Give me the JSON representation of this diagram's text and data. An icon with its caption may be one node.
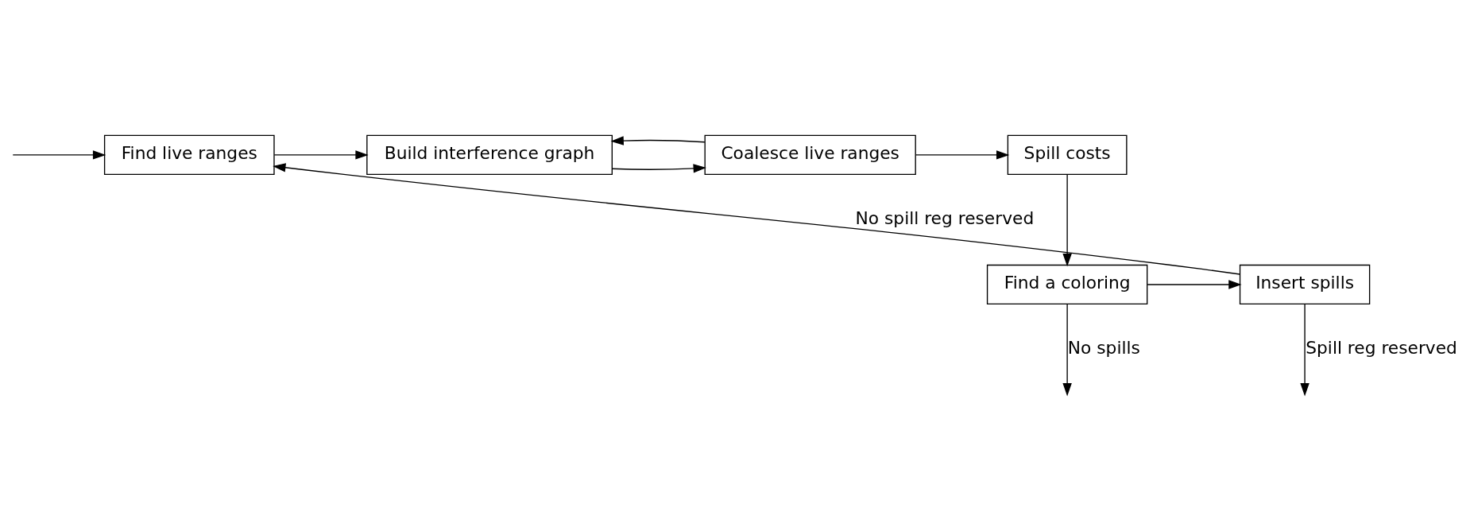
{
  "diagram": {
    "nodes": [
      {
        "text": [
          "Find live ranges"
        ]
      },
      {
        "text": [
          "Build interference graph"
        ]
      },
      {
        "text": [
          "Coalesce live ranges"
        ]
      },
      {
        "text": [
          "Spill costs"
        ]
      },
      {
        "text": [
          "Find a coloring"
        ]
      },
      {
        "text": [
          "Insert spills"
        ]
      }
    ],
    "edges": [
      {
        "from": null,
        "to": 0,
        "arrow": "to"
      },
      {
        "from": 0,
        "to": 1,
        "arrow": "to"
      },
      {
        "from": 1,
        "to": 2,
        "arrow": "to"
      },
      {
        "from": 2,
        "to": 3,
        "arrow": "to"
      },
      {
        "from": 2,
        "to": 1,
        "arrow": "to"
      },
      {
        "from": 3,
        "to": 4,
        "arrow": "to"
      },
      {
        "from": 4,
        "to": 5,
        "arrow": "to"
      },
      {
        "from": 4,
        "to": null,
        "arrow": "to",
        "label": "No spills"
      },
      {
        "from": 5,
        "to": 0,
        "arrow": "to",
        "label": "No spill reg reserved"
      },
      {
        "from": 5,
        "to": null,
        "arrow": "to",
        "label": "Spill reg reserved"
      }
    ]
  }
}
